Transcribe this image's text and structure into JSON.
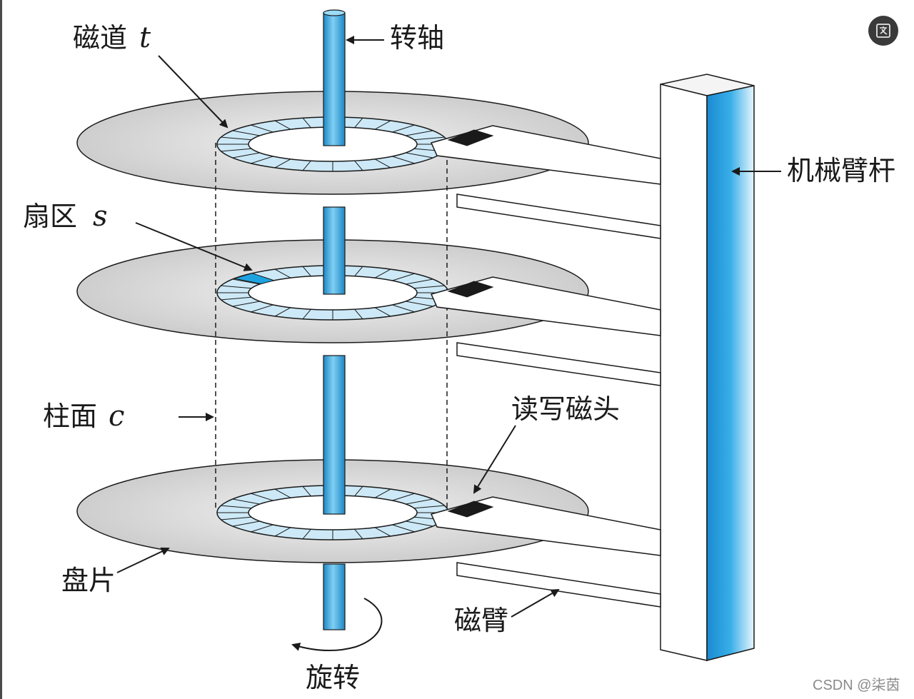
{
  "labels": {
    "track": "磁道",
    "track_var": "t",
    "spindle": "转轴",
    "arm_assembly": "机械臂杆",
    "sector": "扇区",
    "sector_var": "s",
    "cylinder": "柱面",
    "cylinder_var": "c",
    "rw_head": "读写磁头",
    "platter": "盘片",
    "arm": "磁臂",
    "rotation": "旋转"
  },
  "watermark": "CSDN @柒茵",
  "translate_button": {
    "icon": "translate-icon"
  },
  "colors": {
    "spindle_blue": "#2b9fd9",
    "ring_fill": "#cde9f7",
    "highlight_sector": "#1ea3e0",
    "platter_fill": "#d4d4d4",
    "head": "#1a1a1a"
  }
}
